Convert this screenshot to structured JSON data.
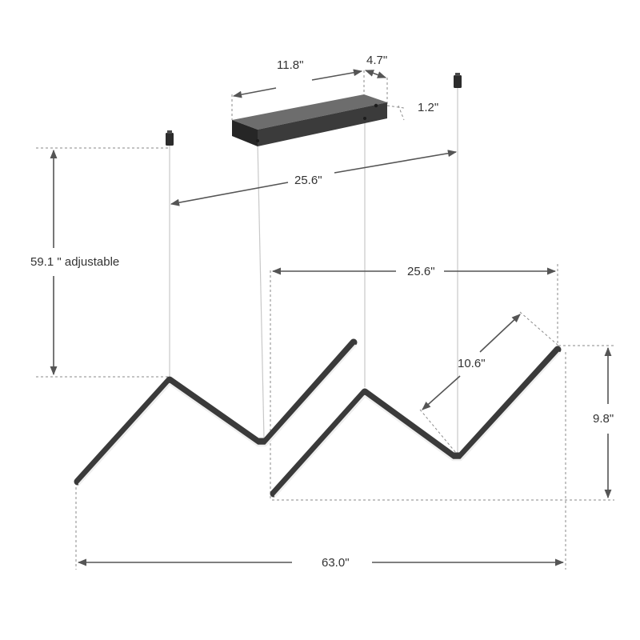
{
  "product": {
    "colors": {
      "body": "#3a3a3a",
      "diffuser": "#f2f2f2",
      "dimension": "#555555",
      "label": "#333333"
    }
  },
  "dimensions": {
    "canopy_length": "11.8\"",
    "canopy_width": "4.7\"",
    "canopy_height": "1.2\"",
    "cable_spacing": "25.6\"",
    "hanging_height": "59.1 \" adjustable",
    "segment_span": "25.6\"",
    "segment_length": "10.6\"",
    "fixture_height": "9.8\"",
    "total_length": "63.0\""
  }
}
